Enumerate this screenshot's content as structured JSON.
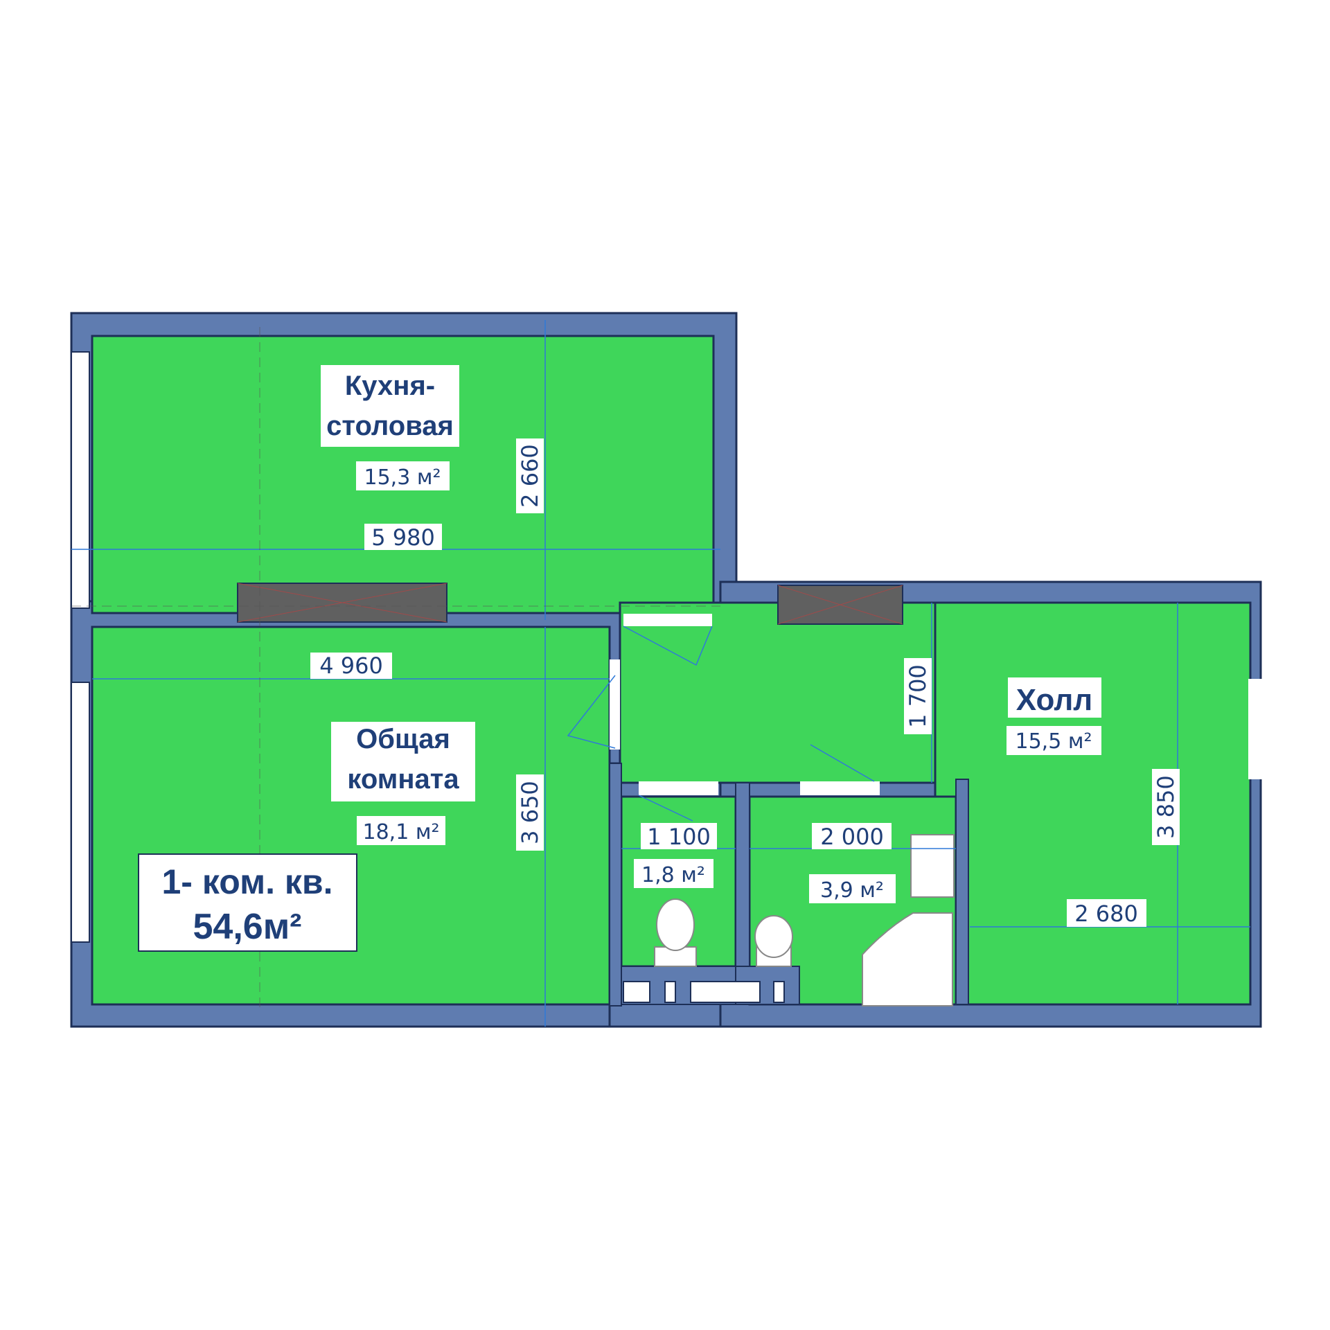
{
  "colors": {
    "floor": "#3fd65a",
    "wall": "#5f7cb0",
    "wall_edge": "#1d2f57",
    "dim_line": "#2f79d8",
    "text": "#1f3f78",
    "vent": "#606060"
  },
  "apartment": {
    "type_label": "1- ком. кв.",
    "total_area": "54,6м²"
  },
  "rooms": {
    "kitchen": {
      "name_line1": "Кухня-",
      "name_line2": "столовая",
      "area": "15,3 м²"
    },
    "living": {
      "name_line1": "Общая",
      "name_line2": "комната",
      "area": "18,1 м²"
    },
    "hall": {
      "name": "Холл",
      "area": "15,5 м²"
    },
    "wc": {
      "area": "1,8 м²"
    },
    "bath": {
      "area": "3,9 м²"
    }
  },
  "dimensions": {
    "kitchen_width": "5 980",
    "kitchen_depth": "2 660",
    "living_width": "4 960",
    "living_depth": "3 650",
    "corridor_depth": "1 700",
    "hall_depth": "3 850",
    "hall_width": "2 680",
    "wc_width": "1 100",
    "bath_width": "2 000"
  },
  "icons": {
    "wc_toilet": "toilet-icon",
    "bath_toilet": "toilet-icon",
    "shower": "corner-shower-icon",
    "sink": "sink-icon",
    "vent": "ventilation-shaft-icon"
  }
}
